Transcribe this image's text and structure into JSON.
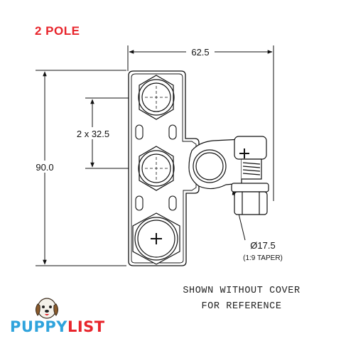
{
  "title": "2 POLE",
  "dimensions": {
    "width": "62.5",
    "height": "90.0",
    "pitch": "2 x 32.5",
    "diameter": "Ø17.5",
    "taper": "(1:9 TAPER)"
  },
  "note": {
    "line1": "SHOWN WITHOUT COVER",
    "line2": "FOR REFERENCE"
  },
  "logo": {
    "part1": "PUPPY",
    "part2": "LIST",
    "colors": {
      "blue": "#2fa3dc",
      "red": "#e8242b"
    }
  },
  "colors": {
    "title": "#e8242b",
    "line": "#111111"
  }
}
